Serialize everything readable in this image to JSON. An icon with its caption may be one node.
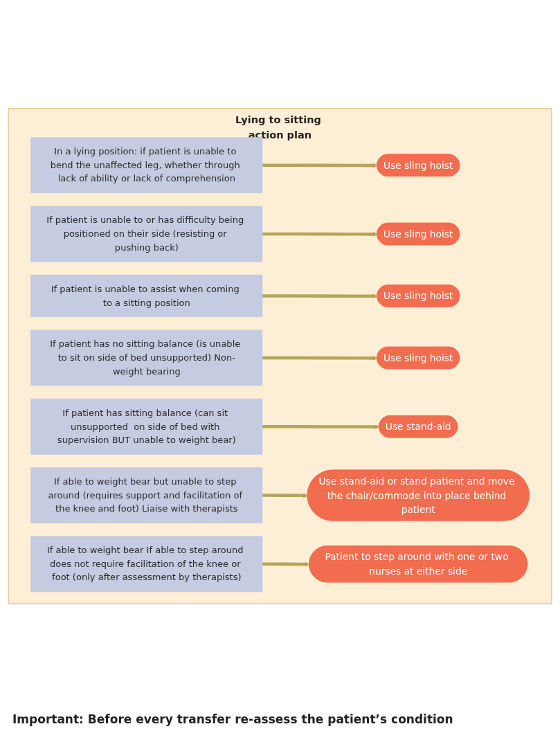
{
  "diagram": {
    "nodes": [
      {
        "text": [
          "Lying to sitting action plan"
        ]
      },
      {
        "text": [
          "In a lying position: if patient is unable to bend the unaffected leg, whether through lack of ability or lack of comprehension"
        ],
        "in": 0
      },
      {
        "text": [
          "Use sling hoist"
        ],
        "in": 0
      },
      {
        "text": [
          "If patient is unable to or has difficulty being positioned on their side (resisting or pushing back)"
        ],
        "in": 0
      },
      {
        "text": [
          "Use sling hoist"
        ],
        "in": 0
      },
      {
        "text": [
          "If patient is unable to assist when coming to a sitting position"
        ],
        "in": 0
      },
      {
        "text": [
          "Use sling hoist"
        ],
        "in": 0
      },
      {
        "text": [
          "If patient has no sitting balance (is unable to sit on side of bed unsupported) Non-weight bearing"
        ],
        "in": 0
      },
      {
        "text": [
          "Use sling hoist"
        ],
        "in": 0
      },
      {
        "text": [
          "If patient has sitting balance (can sit unsupported  on side of bed with supervision BUT unable to weight bear)"
        ],
        "in": 0
      },
      {
        "text": [
          "Use stand-aid"
        ],
        "in": 0
      },
      {
        "text": [
          "If able to weight bear but unable to step around (requires support and facilitation of the knee and foot) Liaise with therapists"
        ],
        "in": 0
      },
      {
        "text": [
          "Use stand-aid or stand patient and move the chair/commode into place behind patient"
        ],
        "in": 0
      },
      {
        "text": [
          "If able to weight bear If able to step around does not require facilitation of the knee or foot (only after assessment by therapists)"
        ],
        "in": 0
      },
      {
        "text": [
          "Patient to step around with one or two nurses at either side"
        ],
        "in": 0
      }
    ],
    "edges": [
      {
        "from": 1,
        "to": 2,
        "arrow": "to"
      },
      {
        "from": 3,
        "to": 4,
        "arrow": "to"
      },
      {
        "from": 5,
        "to": 6,
        "arrow": "to"
      },
      {
        "from": 7,
        "to": 8,
        "arrow": "to"
      },
      {
        "from": 9,
        "to": 10,
        "arrow": "to"
      },
      {
        "from": 11,
        "to": 12,
        "arrow": "to"
      },
      {
        "from": 13,
        "to": 14,
        "arrow": "to"
      }
    ],
    "labels": [
      "Important: Before every transfer re-assess the patient’s condition"
    ]
  }
}
